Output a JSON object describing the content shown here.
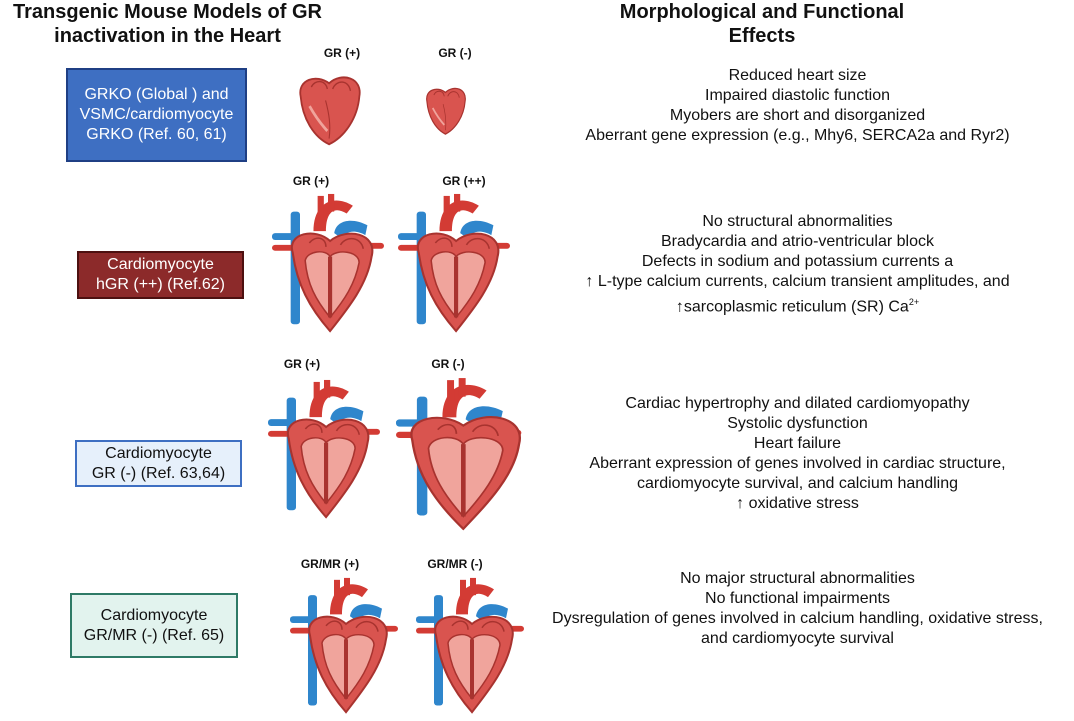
{
  "title_left": [
    "Transgenic Mouse Models of GR",
    "inactivation in the  Heart"
  ],
  "title_right": [
    "Morphological and Functional",
    "Effects"
  ],
  "rows": [
    {
      "model": [
        "GRKO (Global ) and",
        "VSMC/cardiomyocyte",
        "GRKO (Ref. 60, 61)"
      ],
      "box_fill": "#3e6fc2",
      "box_border": "#1f3f84",
      "box_text_color": "#ffffff",
      "label_a": "GR (+)",
      "label_b": "GR (-)",
      "heart_style": "small",
      "effects": [
        "Reduced heart size",
        "Impaired diastolic function",
        "Myobers are short and disorganized",
        "Aberrant gene expression  (e.g.,  Mhy6, SERCA2a and Ryr2)"
      ]
    },
    {
      "model": [
        "Cardiomyocyte",
        "hGR (++) (Ref.62)"
      ],
      "box_fill": "#8c2a2a",
      "box_border": "#4d1010",
      "box_text_color": "#ffffff",
      "label_a": "GR (+)",
      "label_b": "GR (++)",
      "heart_style": "normal",
      "effects": [
        "No structural abnormalities",
        "Bradycardia and  atrio-ventricular  block",
        "Defects in sodium and potassium currents a",
        "↑ L-type calcium currents, calcium transient amplitudes, and",
        "↑sarcoplasmic reticulum (SR)  Ca"
      ],
      "superscript": "2+"
    },
    {
      "model": [
        "Cardiomyocyte",
        "GR (-) (Ref. 63,64)"
      ],
      "box_fill": "#e6f0fb",
      "box_border": "#3e6fc2",
      "box_text_color": "#111111",
      "label_a": "GR (+)",
      "label_b": "GR (-)",
      "heart_style": "dilated",
      "effects": [
        "Cardiac hypertrophy  and  dilated cardiomyopathy",
        "Systolic dysfunction",
        "Heart failure",
        "Aberrant  expression of genes involved in cardiac structure,",
        "cardiomyocyte survival, and calcium handling",
        "↑  oxidative stress"
      ]
    },
    {
      "model": [
        "Cardiomyocyte",
        "GR/MR (-) (Ref. 65)"
      ],
      "box_fill": "#e2f3ee",
      "box_border": "#2e7a66",
      "box_text_color": "#111111",
      "label_a": "GR/MR (+)",
      "label_b": "GR/MR (-)",
      "heart_style": "normal",
      "effects": [
        "No major  structural abnormalities",
        "No functional impairments",
        "Dysregulation of genes involved in calcium handling, oxidative stress,",
        "and cardiomyocyte survival"
      ]
    }
  ],
  "colors": {
    "heart_body": "#d9544f",
    "heart_dark": "#a8332f",
    "heart_light": "#f0a49c",
    "artery": "#d33b34",
    "vein": "#2f86cc"
  }
}
